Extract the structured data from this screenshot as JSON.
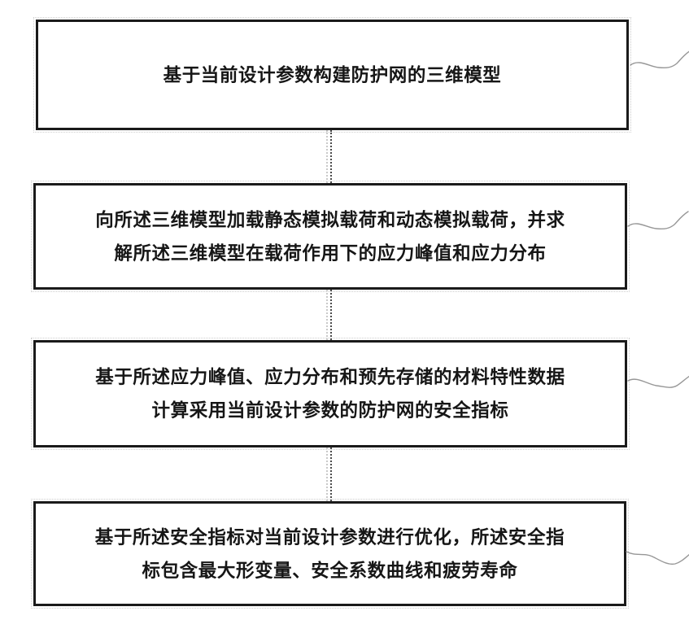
{
  "figure": {
    "type": "flowchart",
    "description": "Patent-style vertical flowchart with four process steps for protective-net design simulation",
    "colors": {
      "background": "#ffffff",
      "box_border": "#1a1a1a",
      "text": "#161616",
      "connector_dark": "#4a4a4a",
      "connector_light": "#c9c9c9",
      "leader_squiggle": "#979797"
    },
    "steps": [
      {
        "id": "step-1",
        "lines": [
          "基于当前设计参数构建防护网的三维模型"
        ]
      },
      {
        "id": "step-2",
        "lines": [
          "向所述三维模型加载静态模拟载荷和动态模拟载荷，并求",
          "解所述三维模型在载荷作用下的应力峰值和应力分布"
        ]
      },
      {
        "id": "step-3",
        "lines": [
          "基于所述应力峰值、应力分布和预先存储的材料特性数据",
          "计算采用当前设计参数的防护网的安全指标"
        ]
      },
      {
        "id": "step-4",
        "lines": [
          "基于所述安全指标对当前设计参数进行优化，所述安全指",
          "标包含最大形变量、安全系数曲线和疲劳寿命"
        ]
      }
    ],
    "connectors": [
      "step-1→step-2",
      "step-2→step-3",
      "step-3→step-4"
    ],
    "leader_lines": [
      "step-1 right leader",
      "step-2 right leader",
      "step-3 right leader",
      "step-4 right leader"
    ]
  }
}
